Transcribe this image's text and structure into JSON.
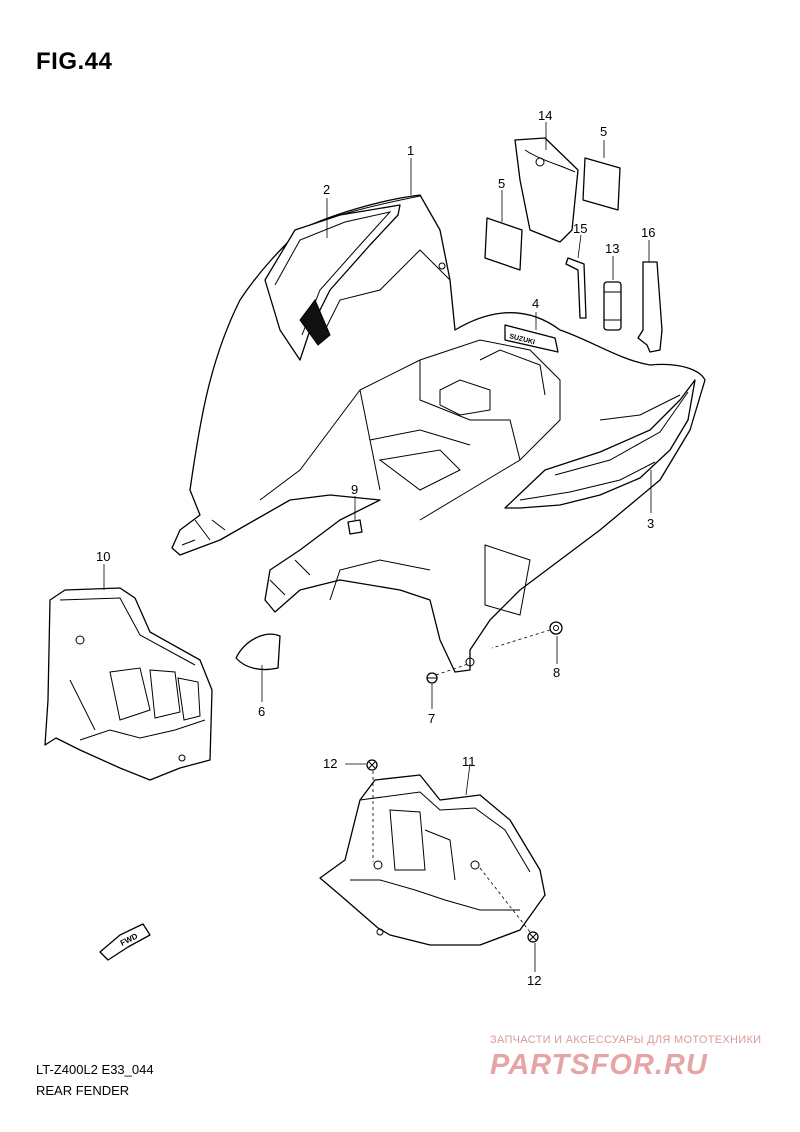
{
  "figure": {
    "title": "FIG.44",
    "code": "LT-Z400L2 E33_044",
    "name": "REAR FENDER"
  },
  "callouts": [
    {
      "id": "callout-1",
      "label": "1"
    },
    {
      "id": "callout-2",
      "label": "2"
    },
    {
      "id": "callout-3",
      "label": "3"
    },
    {
      "id": "callout-4",
      "label": "4"
    },
    {
      "id": "callout-5a",
      "label": "5"
    },
    {
      "id": "callout-5b",
      "label": "5"
    },
    {
      "id": "callout-6",
      "label": "6"
    },
    {
      "id": "callout-7",
      "label": "7"
    },
    {
      "id": "callout-8",
      "label": "8"
    },
    {
      "id": "callout-9",
      "label": "9"
    },
    {
      "id": "callout-10",
      "label": "10"
    },
    {
      "id": "callout-11",
      "label": "11"
    },
    {
      "id": "callout-12a",
      "label": "12"
    },
    {
      "id": "callout-12b",
      "label": "12"
    },
    {
      "id": "callout-13",
      "label": "13"
    },
    {
      "id": "callout-14",
      "label": "14"
    },
    {
      "id": "callout-15",
      "label": "15"
    },
    {
      "id": "callout-16",
      "label": "16"
    }
  ],
  "labels": {
    "fwd_arrow": "FWD",
    "emblem": "SUZUKI"
  },
  "watermark": {
    "tagline": "ЗАПЧАСТИ И АКСЕССУАРЫ ДЛЯ МОТОТЕХНИКИ",
    "logo": "PARTSFOR.RU"
  },
  "colors": {
    "line": "#000000",
    "background": "#ffffff",
    "watermark": "#e6a5a5"
  }
}
